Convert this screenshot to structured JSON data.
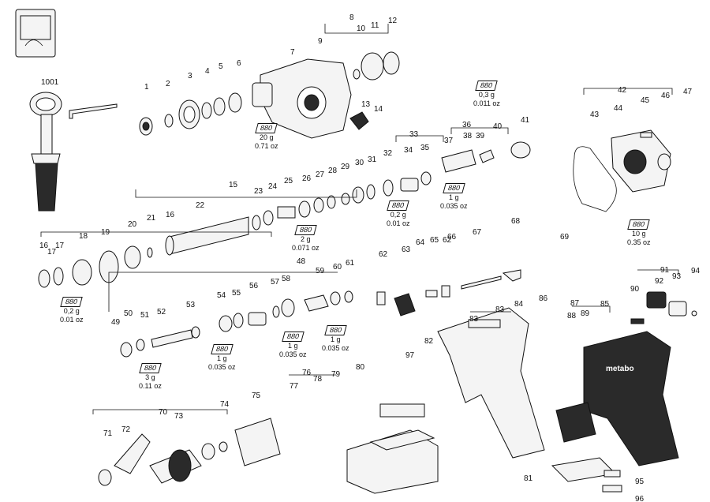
{
  "callouts": [
    "1",
    "2",
    "3",
    "4",
    "5",
    "6",
    "7",
    "8",
    "9",
    "10",
    "11",
    "12",
    "13",
    "14",
    "15",
    "16",
    "16",
    "17",
    "17",
    "18",
    "19",
    "20",
    "21",
    "22",
    "23",
    "24",
    "25",
    "26",
    "27",
    "28",
    "29",
    "30",
    "31",
    "32",
    "33",
    "34",
    "35",
    "36",
    "37",
    "38",
    "39",
    "40",
    "41",
    "42",
    "43",
    "44",
    "45",
    "46",
    "47",
    "48",
    "49",
    "50",
    "51",
    "52",
    "53",
    "54",
    "55",
    "56",
    "57",
    "58",
    "59",
    "60",
    "61",
    "62",
    "62",
    "63",
    "64",
    "65",
    "66",
    "67",
    "68",
    "69",
    "70",
    "71",
    "72",
    "73",
    "74",
    "75",
    "76",
    "77",
    "78",
    "79",
    "80",
    "81",
    "82",
    "83",
    "83",
    "84",
    "85",
    "86",
    "87",
    "88",
    "89",
    "90",
    "91",
    "92",
    "93",
    "94",
    "95",
    "96",
    "97",
    "1001"
  ],
  "grease_tags": [
    {
      "label": "880",
      "amount": "20 g",
      "amount2": "0.71 oz"
    },
    {
      "label": "880",
      "amount": "0,3 g",
      "amount2": "0.011 oz"
    },
    {
      "label": "880",
      "amount": "2 g",
      "amount2": "0.071 oz"
    },
    {
      "label": "880",
      "amount": "0,2 g",
      "amount2": "0.01 oz"
    },
    {
      "label": "880",
      "amount": "1 g",
      "amount2": "0.035 oz"
    },
    {
      "label": "880",
      "amount": "10 g",
      "amount2": "0.35 oz"
    },
    {
      "label": "880",
      "amount": "0,2 g",
      "amount2": "0.01 oz"
    },
    {
      "label": "880",
      "amount": "1 g",
      "amount2": "0.035 oz"
    },
    {
      "label": "880",
      "amount": "3 g",
      "amount2": "0.11 oz"
    },
    {
      "label": "880",
      "amount": "1 g",
      "amount2": "0.035 oz"
    },
    {
      "label": "880",
      "amount": "1 g",
      "amount2": "0.035 oz"
    }
  ],
  "housing_brand": "metabo"
}
